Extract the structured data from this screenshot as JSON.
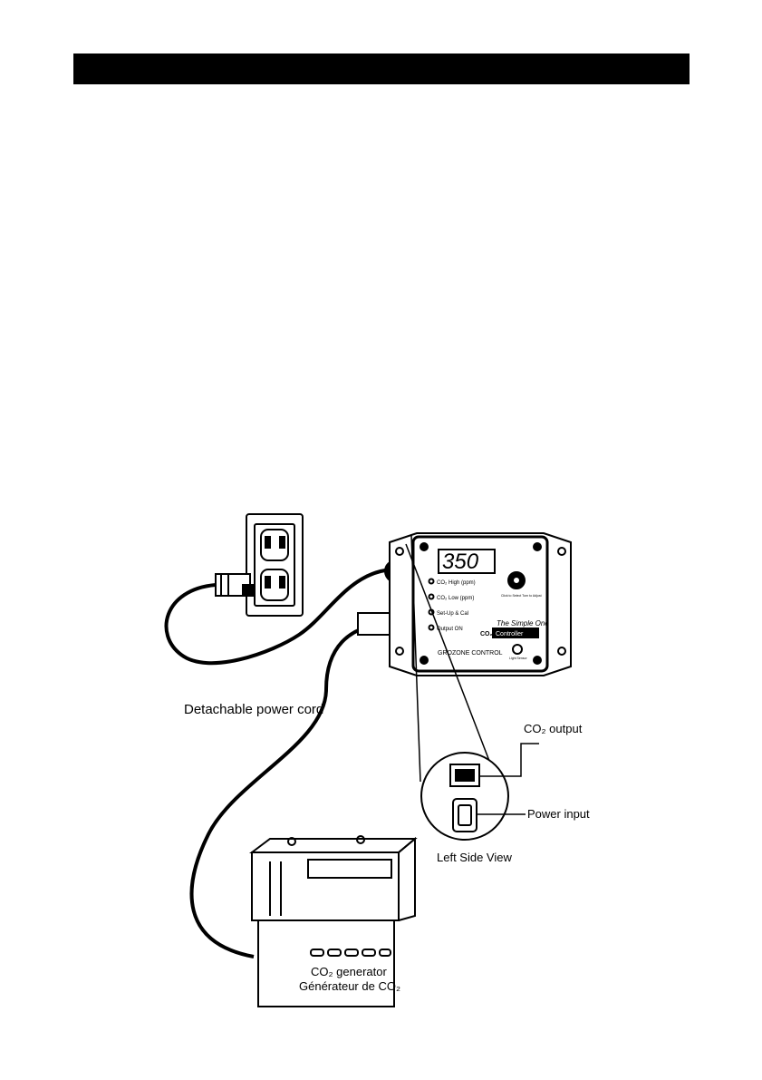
{
  "diagram": {
    "controller": {
      "display_value": "350",
      "indicators": [
        "CO₂ High (ppm)",
        "CO₂ Low (ppm)",
        "Set-Up & Cal",
        "Output ON"
      ],
      "knob_caption": "Click to Select Turn to Adjust",
      "brand_script": "The Simple One",
      "co2_label": "CO₂",
      "controller_label": "Controller",
      "logo": "GROZONE CONTROL",
      "light_sensor": "Light Sensor"
    },
    "labels": {
      "power_cord": "Detachable power cord",
      "co2_output": "CO₂ output",
      "power_input": "Power input",
      "left_side_view": "Left Side View",
      "generator_en": "CO₂ generator",
      "generator_fr": "Générateur de CO₂"
    }
  }
}
